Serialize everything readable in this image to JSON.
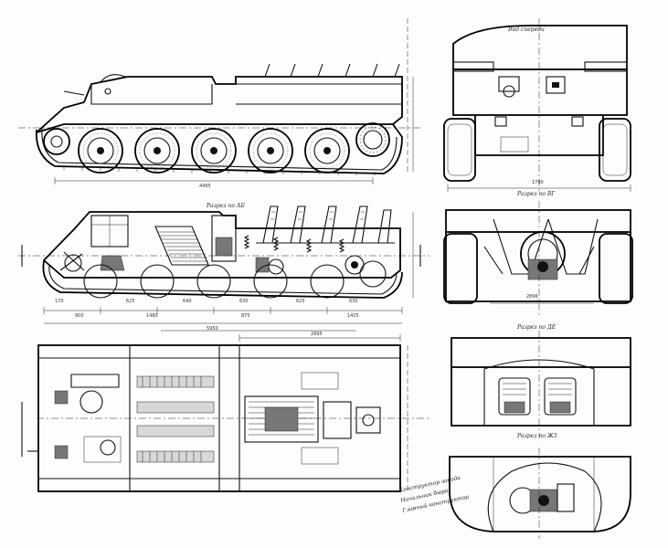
{
  "sheet": {
    "side_view_dimension": "4495",
    "section_ab_title": "Разрез по АБ",
    "section_ab_dims": [
      "900",
      "1480",
      "875",
      "1425"
    ],
    "section_ab_small_dims": [
      "170",
      "625",
      "640",
      "630",
      "625",
      "630"
    ],
    "section_ab_base": "5950",
    "plan_dim": "2895",
    "plan_title_a": "Вид спереди",
    "plan_title_b": "Разрез по ВГ",
    "plan_title_c": "Разрез по ДЕ",
    "plan_title_d": "Разрез по ЖЗ",
    "front_width_dim": "1790",
    "rear_view_dim": "2896",
    "signature_lines": [
      "Конструктор завода",
      "Начальник бюро",
      "Главный конструктор"
    ]
  }
}
